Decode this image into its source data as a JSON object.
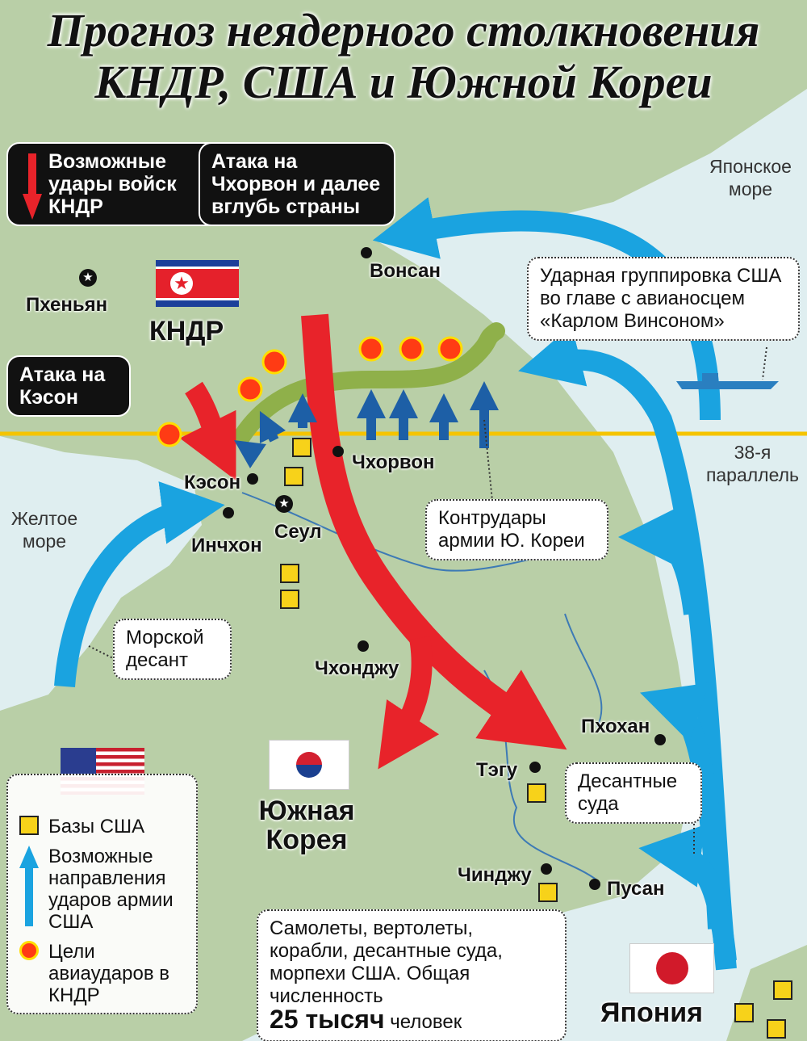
{
  "title": {
    "line1": "Прогноз неядерного столкновения",
    "line2": "КНДР, США и Южной Кореи"
  },
  "callouts": {
    "dprk_strikes": "Возможные удары войск КНДР",
    "chorwon_attack": "Атака на Чхорвон и далее вглубь страны",
    "kaesong_attack": "Атака на Кэсон",
    "carrier_group": "Ударная группировка США во главе с авианосцем «Карлом Винсоном»",
    "counter_strikes": "Контрудары армии Ю. Кореи",
    "marine_landing": "Морской десант",
    "landing_ships": "Десантные суда",
    "forces_text": "Самолеты, вертолеты, корабли, десантные суда, морпехи США. Общая численность",
    "forces_number": "25 тысяч",
    "forces_unit": "человек"
  },
  "seas": {
    "japan_sea": "Японское море",
    "yellow_sea": "Желтое море",
    "parallel": "38-я параллель"
  },
  "countries": {
    "dprk": "КНДР",
    "south_korea": "Южная Корея",
    "japan": "Япония"
  },
  "cities": {
    "pyongyang": "Пхеньян",
    "wonsan": "Вонсан",
    "kaesong": "Кэсон",
    "chorwon": "Чхорвон",
    "incheon": "Инчхон",
    "seoul": "Сеул",
    "cheongju": "Чхонджу",
    "pohang": "Пхохан",
    "daegu": "Тэгу",
    "jinju": "Чинджу",
    "busan": "Пусан"
  },
  "legend": {
    "us_bases": "Базы США",
    "us_directions": "Возможные направления ударов армии США",
    "air_targets": "Цели авиаударов в КНДР"
  },
  "colors": {
    "land": "#b9cfa7",
    "sea": "#e6f2f4",
    "dprk_arrow": "#e8232a",
    "us_arrow": "#1aa3e0",
    "rok_arrow": "#1d5fa6",
    "dmz": "#8fb04a",
    "parallel": "#f5c400",
    "base": "#f7d21a"
  }
}
